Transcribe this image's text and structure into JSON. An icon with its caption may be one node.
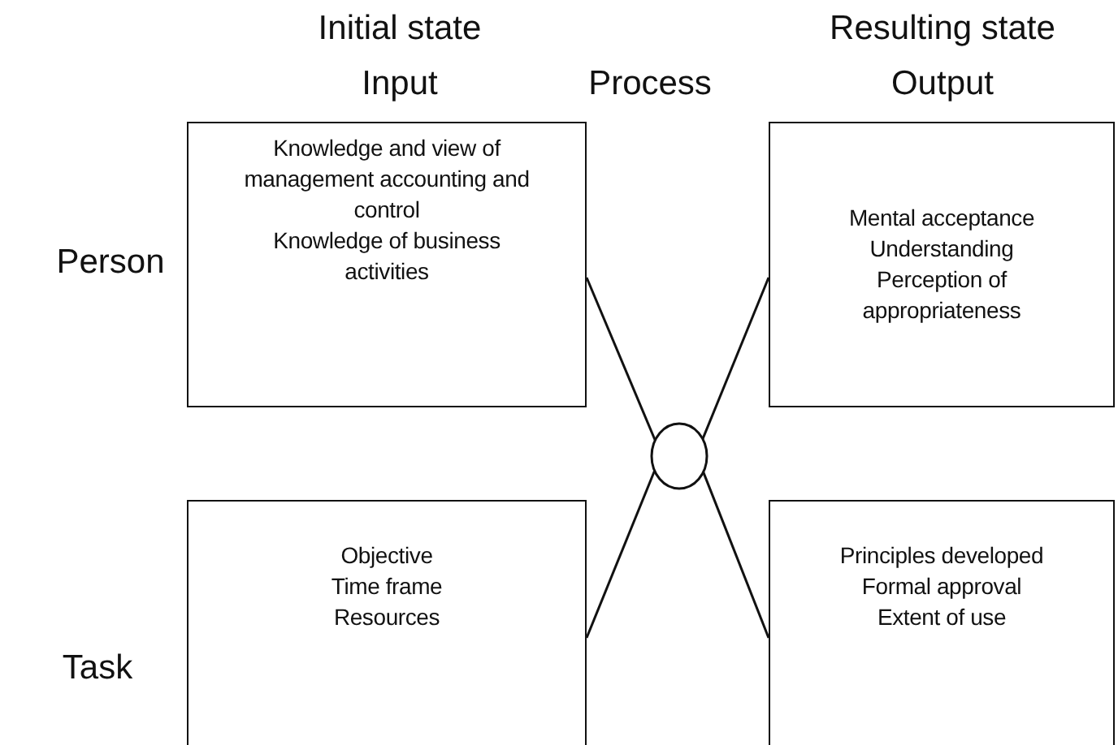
{
  "diagram": {
    "nodes": [
      {
        "text": [
          "Knowledge and view of management accounting and control",
          "Knowledge of business activities"
        ]
      },
      {
        "text": [
          "Mental acceptance",
          "Understanding",
          "Perception of appropriateness"
        ]
      },
      {
        "text": [],
        "shape": "circle"
      },
      {
        "text": [
          "Objective",
          "Time frame",
          "Resources"
        ]
      },
      {
        "text": [
          "Principles developed",
          "Formal approval",
          "Extent of use"
        ]
      }
    ],
    "edges": [
      {
        "from": 0,
        "to": 2,
        "arrow": "none"
      },
      {
        "from": 2,
        "to": 4,
        "arrow": "none"
      },
      {
        "from": 3,
        "to": 2,
        "arrow": "none"
      },
      {
        "from": 2,
        "to": 1,
        "arrow": "none"
      }
    ],
    "labels": [
      "Initial state",
      "Resulting state",
      "Input",
      "Process",
      "Output",
      "Person",
      "Task"
    ]
  }
}
